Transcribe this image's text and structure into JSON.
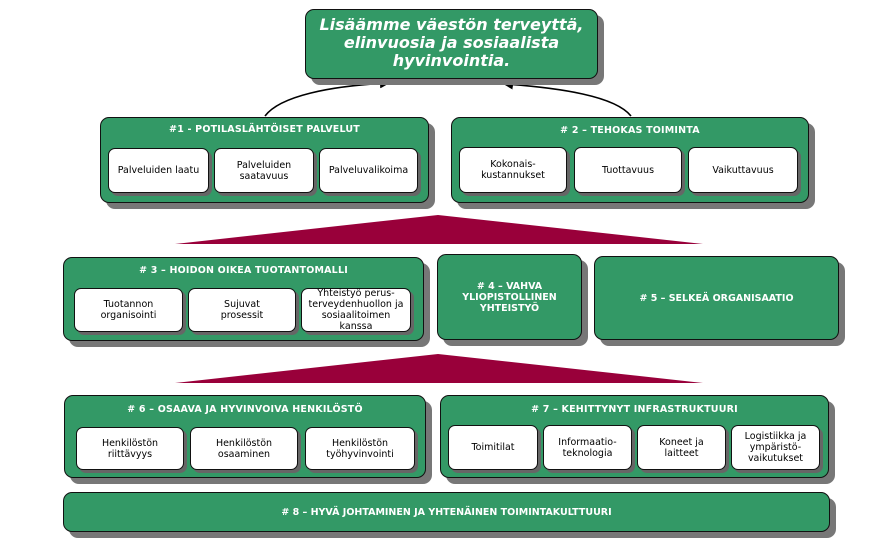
{
  "goal": {
    "text": "Lisäämme väestön terveyttä,\nelinvuosia ja sosiaalista\nhyvinvointia."
  },
  "box1": {
    "title": "#1  - POTILASLÄHTÖISET PALVELUT",
    "items": [
      "Palveluiden laatu",
      "Palveluiden\nsaatavuus",
      "Palveluvalikoima"
    ]
  },
  "box2": {
    "title": "# 2 – TEHOKAS TOIMINTA",
    "items": [
      "Kokonais-\nkustannukset",
      "Tuottavuus",
      "Vaikuttavuus"
    ]
  },
  "box3": {
    "title": "# 3 – HOIDON OIKEA TUOTANTOMALLI",
    "items": [
      "Tuotannon\norganisointi",
      "Sujuvat\nprosessit",
      "Yhteistyö perus-\nterveydenhuollon ja\nsosiaalitoimen kanssa"
    ]
  },
  "box4": {
    "title": "# 4 – VAHVA\nYLIOPISTOLLINEN\nYHTEISTYÖ"
  },
  "box5": {
    "title": "# 5 – SELKEÄ ORGANISAATIO"
  },
  "box6": {
    "title": "# 6 – OSAAVA JA HYVINVOIVA HENKILÖSTÖ",
    "items": [
      "Henkilöstön\nriittävyys",
      "Henkilöstön\nosaaminen",
      "Henkilöstön\ntyöhyvinvointi"
    ]
  },
  "box7": {
    "title": "# 7 – KEHITTYNYT INFRASTRUKTUURI",
    "items": [
      "Toimitilat",
      "Informaatio-\nteknologia",
      "Koneet ja\nlaitteet",
      "Logistiikka ja\nympäristö-\nvaikutukset"
    ]
  },
  "box8": {
    "title": "# 8 – HYVÄ JOHTAMINEN JA YHTENÄINEN TOIMINTAKULTTUURI"
  },
  "colors": {
    "box_fill": "#339966",
    "roof_fill": "#99003a",
    "shadow": "#777777"
  }
}
